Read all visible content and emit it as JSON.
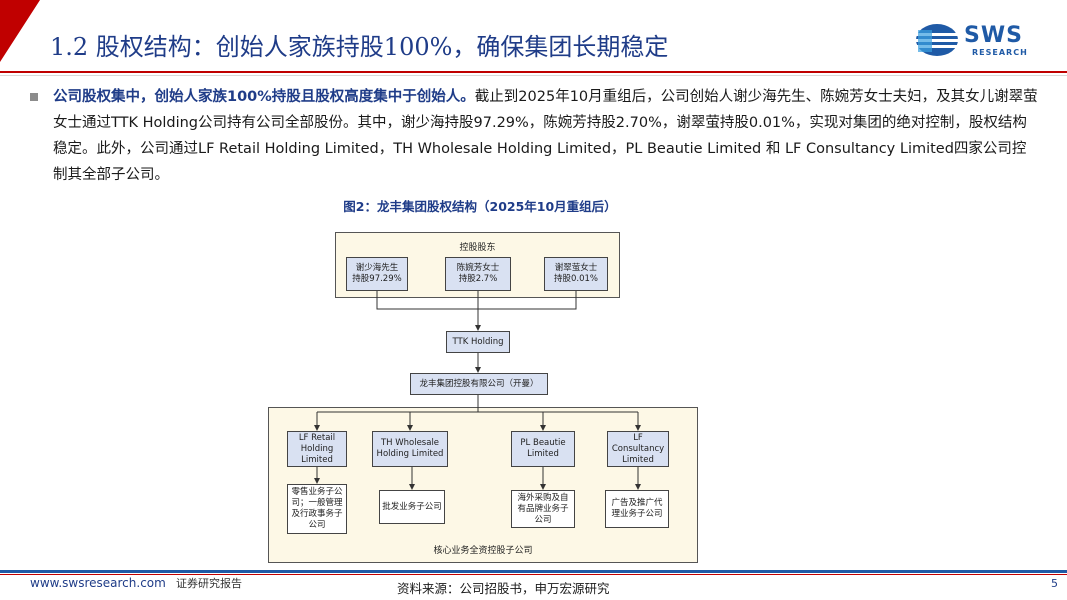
{
  "header": {
    "title": "1.2 股权结构：创始人家族持股100%，确保集团长期稳定",
    "logo_text": "SWS",
    "logo_sub": "RESEARCH"
  },
  "body": {
    "bold_lead": "公司股权集中，创始人家族100%持股且股权高度集中于创始人。",
    "text": "截止到2025年10月重组后，公司创始人谢少海先生、陈婉芳女士夫妇，及其女儿谢翠萤女士通过TTK Holding公司持有公司全部股份。其中，谢少海持股97.29%，陈婉芳持股2.70%，谢翠萤持股0.01%，实现对集团的绝对控制，股权结构稳定。此外，公司通过LF Retail Holding Limited，TH Wholesale Holding Limited，PL Beautie Limited 和 LF Consultancy Limited四家公司控制其全部子公司。"
  },
  "figure": {
    "title": "图2：龙丰集团股权结构（2025年10月重组后）",
    "top_panel_label": "控股股东",
    "shareholders": [
      {
        "name": "谢少海先生",
        "share": "持股97.29%"
      },
      {
        "name": "陈婉芳女士",
        "share": "持股2.7%"
      },
      {
        "name": "谢翠萤女士",
        "share": "持股0.01%"
      }
    ],
    "holding": "TTK Holding",
    "group": "龙丰集团控股有限公司（开曼）",
    "subsidiaries": [
      {
        "name": "LF Retail Holding Limited",
        "business": "零售业务子公司；一般管理及行政事务子公司"
      },
      {
        "name": "TH Wholesale Holding Limited",
        "business": "批发业务子公司"
      },
      {
        "name": "PL Beautie Limited",
        "business": "海外采购及自有品牌业务子公司"
      },
      {
        "name": "LF Consultancy Limited",
        "business": "广告及推广代理业务子公司"
      }
    ],
    "bottom_panel_label": "核心业务全资控股子公司"
  },
  "footer": {
    "url": "www.swsresearch.com",
    "tag": "证券研究报告",
    "source": "资料来源：公司招股书，申万宏源研究",
    "page": "5"
  },
  "colors": {
    "brand_red": "#c00000",
    "brand_blue": "#1f3c88",
    "node_fill": "#d9e1f2",
    "panel_fill": "#fdf8e6"
  }
}
